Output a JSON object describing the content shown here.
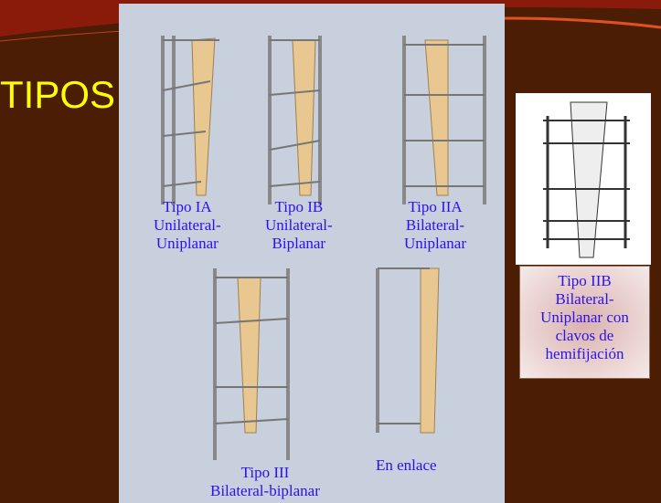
{
  "slide": {
    "title": "TIPOS"
  },
  "figures": [
    {
      "name": "tipo-ia",
      "lines": [
        "Tipo IA",
        "Unilateral-",
        "Uniplanar"
      ]
    },
    {
      "name": "tipo-ib",
      "lines": [
        "Tipo IB",
        "Unilateral-",
        "Biplanar"
      ]
    },
    {
      "name": "tipo-iia",
      "lines": [
        "Tipo IIA",
        "Bilateral-",
        "Uniplanar"
      ]
    },
    {
      "name": "tipo-iii",
      "lines": [
        "Tipo III",
        "Bilateral-biplanar"
      ]
    },
    {
      "name": "en-enlace",
      "lines": [
        "En enlace"
      ]
    }
  ],
  "side_caption": {
    "lines": [
      "Tipo IIB",
      "Bilateral-",
      "Uniplanar con",
      "clavos de",
      "hemifijación"
    ]
  }
}
